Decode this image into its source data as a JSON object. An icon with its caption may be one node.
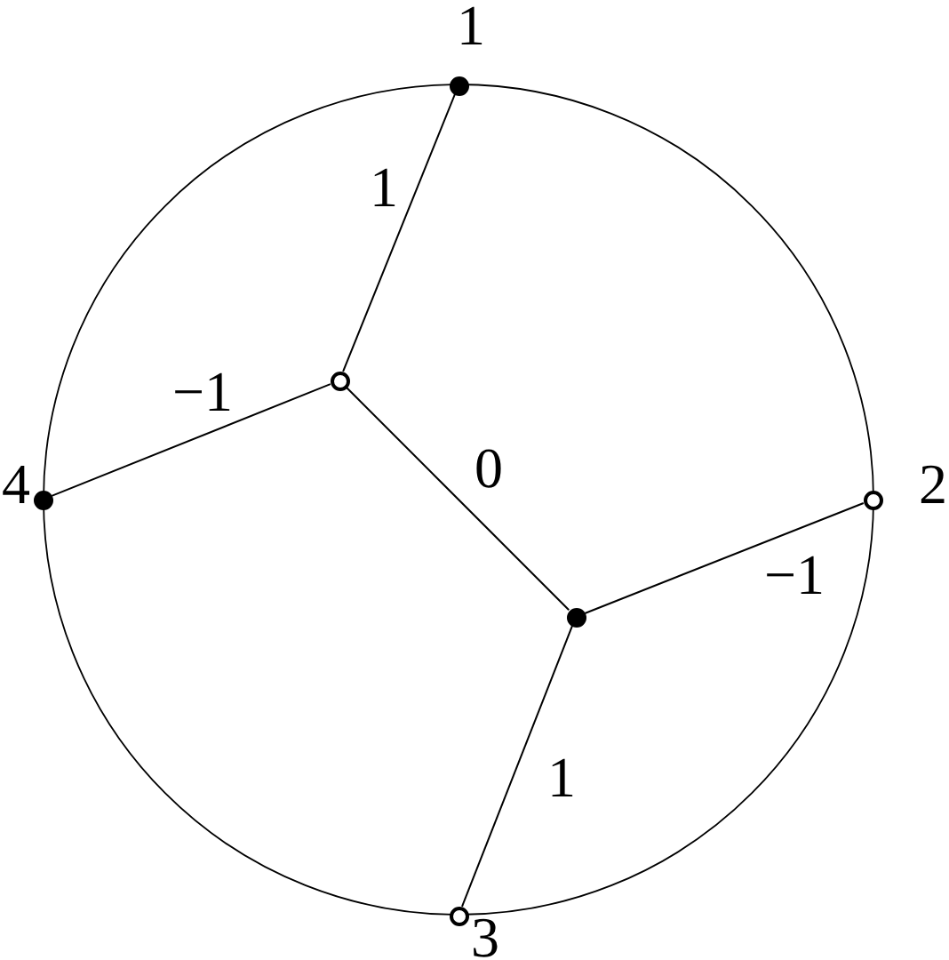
{
  "diagram": {
    "nodes": [
      {
        "text": [],
        "shape": "dot",
        "beside": [
          "1"
        ]
      },
      {
        "text": [],
        "shape": "circle"
      },
      {
        "text": [],
        "shape": "dot",
        "beside": [
          "4"
        ]
      },
      {
        "text": [],
        "shape": "circle",
        "beside": [
          "2"
        ]
      },
      {
        "text": [],
        "shape": "dot"
      },
      {
        "text": [],
        "shape": "circle",
        "beside": [
          "3"
        ]
      }
    ],
    "edges": [
      {
        "from": 0,
        "to": 1,
        "arrow": "none",
        "label": "1"
      },
      {
        "from": 2,
        "to": 1,
        "arrow": "none",
        "label": "−1"
      },
      {
        "from": 1,
        "to": 4,
        "arrow": "none",
        "label": "0"
      },
      {
        "from": 4,
        "to": 3,
        "arrow": "none",
        "label": "−1"
      },
      {
        "from": 4,
        "to": 5,
        "arrow": "none",
        "label": "1"
      }
    ]
  }
}
